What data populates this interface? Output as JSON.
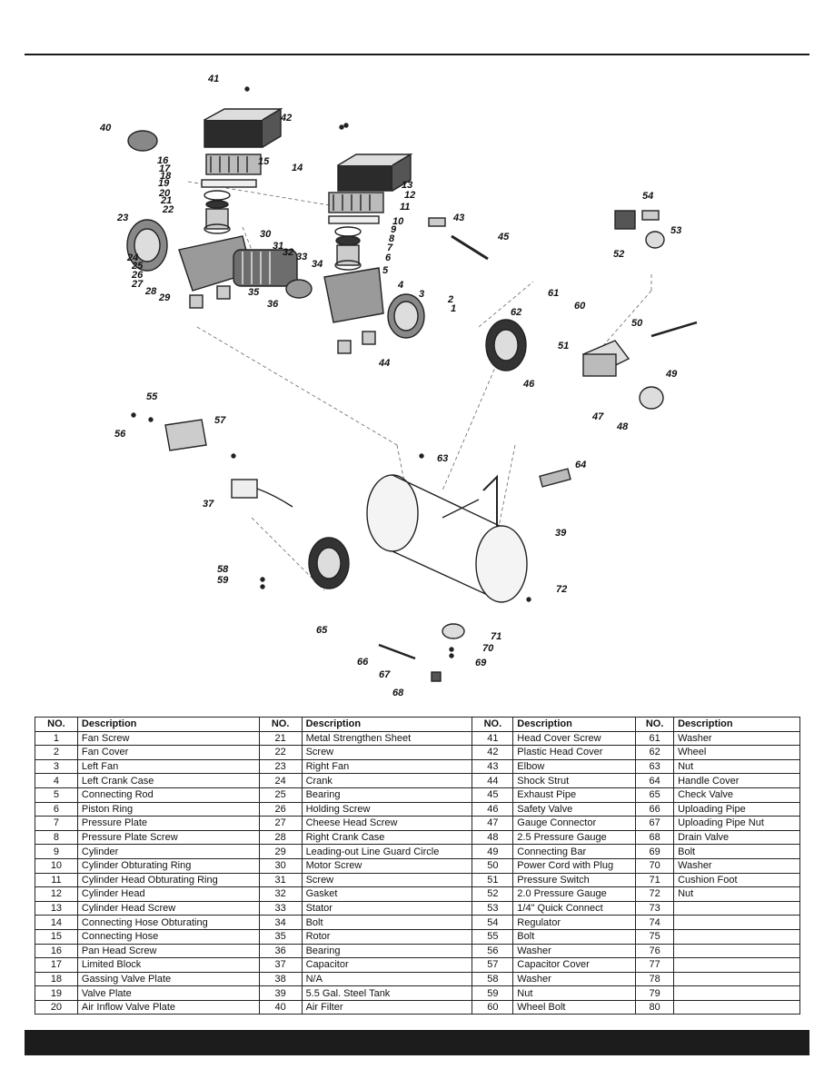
{
  "diagram": {
    "callouts": [
      "1",
      "2",
      "3",
      "4",
      "5",
      "6",
      "7",
      "8",
      "9",
      "10",
      "11",
      "12",
      "13",
      "14",
      "15",
      "16",
      "17",
      "18",
      "19",
      "20",
      "21",
      "22",
      "23",
      "24",
      "25",
      "26",
      "27",
      "28",
      "29",
      "30",
      "31",
      "32",
      "33",
      "34",
      "35",
      "36",
      "37",
      "39",
      "40",
      "41",
      "42",
      "43",
      "44",
      "45",
      "46",
      "47",
      "48",
      "49",
      "50",
      "51",
      "52",
      "53",
      "54",
      "55",
      "56",
      "57",
      "58",
      "59",
      "60",
      "61",
      "62",
      "63",
      "64",
      "65",
      "66",
      "67",
      "68",
      "69",
      "70",
      "71",
      "72"
    ]
  },
  "table": {
    "headers": [
      "NO.",
      "Description",
      "NO.",
      "Description",
      "NO.",
      "Description",
      "NO.",
      "Description"
    ],
    "rows": [
      [
        "1",
        "Fan Screw",
        "21",
        "Metal Strengthen Sheet",
        "41",
        "Head Cover Screw",
        "61",
        "Washer"
      ],
      [
        "2",
        "Fan Cover",
        "22",
        "Screw",
        "42",
        "Plastic Head Cover",
        "62",
        "Wheel"
      ],
      [
        "3",
        "Left Fan",
        "23",
        "Right Fan",
        "43",
        "Elbow",
        "63",
        "Nut"
      ],
      [
        "4",
        "Left Crank Case",
        "24",
        "Crank",
        "44",
        "Shock Strut",
        "64",
        "Handle Cover"
      ],
      [
        "5",
        "Connecting Rod",
        "25",
        "Bearing",
        "45",
        "Exhaust Pipe",
        "65",
        "Check Valve"
      ],
      [
        "6",
        "Piston Ring",
        "26",
        "Holding Screw",
        "46",
        "Safety Valve",
        "66",
        "Uploading Pipe"
      ],
      [
        "7",
        "Pressure Plate",
        "27",
        "Cheese Head Screw",
        "47",
        "Gauge Connector",
        "67",
        "Uploading Pipe Nut"
      ],
      [
        "8",
        "Pressure Plate Screw",
        "28",
        "Right Crank Case",
        "48",
        "2.5 Pressure Gauge",
        "68",
        "Drain Valve"
      ],
      [
        "9",
        "Cylinder",
        "29",
        "Leading-out Line Guard Circle",
        "49",
        "Connecting Bar",
        "69",
        "Bolt"
      ],
      [
        "10",
        "Cylinder Obturating Ring",
        "30",
        "Motor Screw",
        "50",
        "Power Cord with Plug",
        "70",
        "Washer"
      ],
      [
        "11",
        "Cylinder Head Obturating Ring",
        "31",
        "Screw",
        "51",
        "Pressure Switch",
        "71",
        "Cushion Foot"
      ],
      [
        "12",
        "Cylinder Head",
        "32",
        "Gasket",
        "52",
        "2.0 Pressure Gauge",
        "72",
        "Nut"
      ],
      [
        "13",
        "Cylinder Head Screw",
        "33",
        "Stator",
        "53",
        "1/4\" Quick Connect",
        "73",
        ""
      ],
      [
        "14",
        "Connecting Hose Obturating",
        "34",
        "Bolt",
        "54",
        "Regulator",
        "74",
        ""
      ],
      [
        "15",
        "Connecting Hose",
        "35",
        "Rotor",
        "55",
        "Bolt",
        "75",
        ""
      ],
      [
        "16",
        "Pan Head Screw",
        "36",
        "Bearing",
        "56",
        "Washer",
        "76",
        ""
      ],
      [
        "17",
        "Limited Block",
        "37",
        "Capacitor",
        "57",
        "Capacitor Cover",
        "77",
        ""
      ],
      [
        "18",
        "Gassing Valve Plate",
        "38",
        "N/A",
        "58",
        "Washer",
        "78",
        ""
      ],
      [
        "19",
        "Valve Plate",
        "39",
        "5.5 Gal. Steel Tank",
        "59",
        "Nut",
        "79",
        ""
      ],
      [
        "20",
        "Air Inflow Valve Plate",
        "40",
        "Air Filter",
        "60",
        "Wheel Bolt",
        "80",
        ""
      ]
    ]
  }
}
